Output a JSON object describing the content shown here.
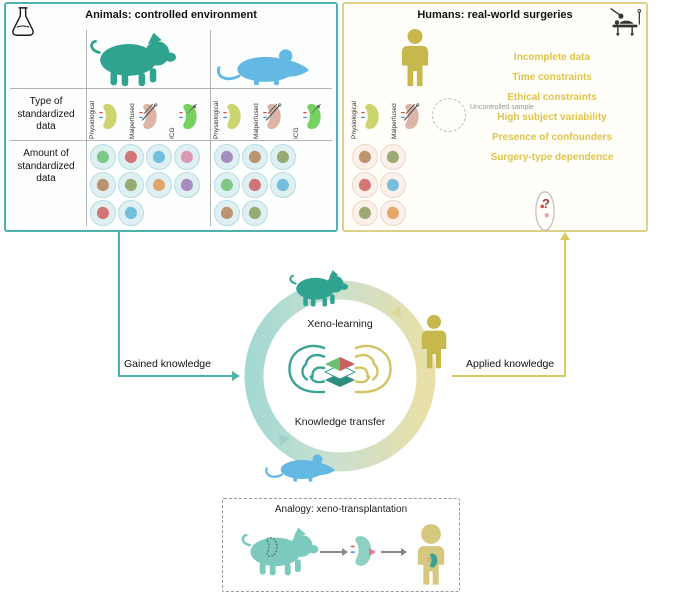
{
  "animals_panel": {
    "title": "Animals: controlled environment",
    "row_label_type": "Type of standardized data",
    "row_label_amount": "Amount of standardized data",
    "columns": [
      "Physiological",
      "Malperfused",
      "ICG",
      "Physiological",
      "Malperfused",
      "ICG"
    ],
    "amount_rows": {
      "pig": [
        4,
        4,
        2
      ],
      "rat": [
        3,
        3,
        2
      ]
    }
  },
  "humans_panel": {
    "title": "Humans: real-world surgeries",
    "constraints": [
      "Incomplete data",
      "Time constraints",
      "Ethical constraints",
      "High subject variability",
      "Presence of confounders",
      "Surgery-type dependence"
    ],
    "columns": [
      "Physiological",
      "Malperfused"
    ],
    "uncontrolled_label": "Uncontrolled sample",
    "amount_rows": [
      2,
      2,
      2
    ],
    "question_mark": "?"
  },
  "center": {
    "xeno_label": "Xeno-learning",
    "transfer_label": "Knowledge transfer",
    "gained_label": "Gained knowledge",
    "applied_label": "Applied knowledge"
  },
  "analogy": {
    "title": "Analogy: xeno-transplantation"
  },
  "colors": {
    "teal": "#2fa38f",
    "teal_border": "#4fb3ad",
    "blue": "#64b8e4",
    "olive": "#c7b84e",
    "yellow_border": "#ddd08a",
    "yellow_text": "#e0c44d",
    "organ_palette": [
      "#6fbf73",
      "#e09a52",
      "#cf5f5f",
      "#9e7bb5",
      "#62b6d9",
      "#b5835a",
      "#d98aa6",
      "#8a9e5f"
    ]
  },
  "icons": {
    "flask-icon": "erlenmeyer-flask",
    "surgery-table-icon": "operating-table",
    "pig-icon": "pig-silhouette",
    "rat-icon": "rat-silhouette",
    "human-icon": "person-silhouette",
    "kidney-icon": "kidney",
    "brain-icon": "brain-wireframe",
    "data-stack-icon": "layered-dataset",
    "question-body-icon": "patient-outline"
  }
}
